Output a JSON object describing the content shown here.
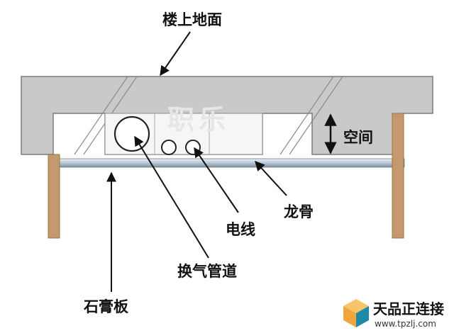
{
  "labels": {
    "floor_top": "楼上地面",
    "space": "空间",
    "keel": "龙骨",
    "wire": "电线",
    "vent_pipe": "换气管道",
    "gypsum_board": "石膏板"
  },
  "watermark": {
    "center_text": "职乐",
    "brand_name": "天品正连接",
    "brand_url": "www.tpzlj.com"
  },
  "colors": {
    "slab_fill": "#c9c9c9",
    "slab_stroke": "#7a7a7a",
    "duct_box": "#f6f6f6",
    "keel_rail": "#b8c6d2",
    "post": "#c49a6c",
    "arrow": "#111111",
    "logo_orange": "#f2a53a",
    "logo_teal": "#1f8aa8"
  }
}
